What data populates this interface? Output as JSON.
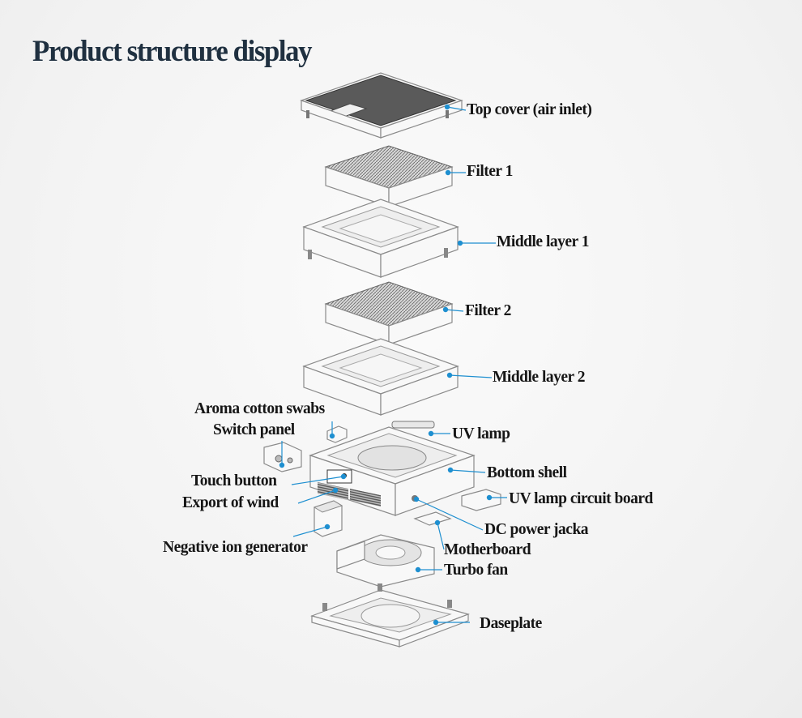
{
  "title": "Product structure display",
  "colors": {
    "accent": "#1e8fd0",
    "title": "#1f3040",
    "text": "#161616"
  },
  "labels": {
    "top_cover": "Top cover (air inlet)",
    "filter_1": "Filter 1",
    "middle_layer_1": "Middle layer  1",
    "filter_2": "Filter 2",
    "middle_layer_2": "Middle layer  2",
    "aroma": "Aroma cotton swabs",
    "switch_panel": "Switch panel",
    "uv_lamp": "UV lamp",
    "bottom_shell": "Bottom shell",
    "touch_button": "Touch button",
    "uv_board": "UV lamp circuit board",
    "export_wind": "Export of  wind",
    "dc_jack": "DC power jacka",
    "neg_ion": "Negative ion generator",
    "motherboard": "Motherboard",
    "turbo_fan": "Turbo fan",
    "baseplate": "Daseplate"
  }
}
